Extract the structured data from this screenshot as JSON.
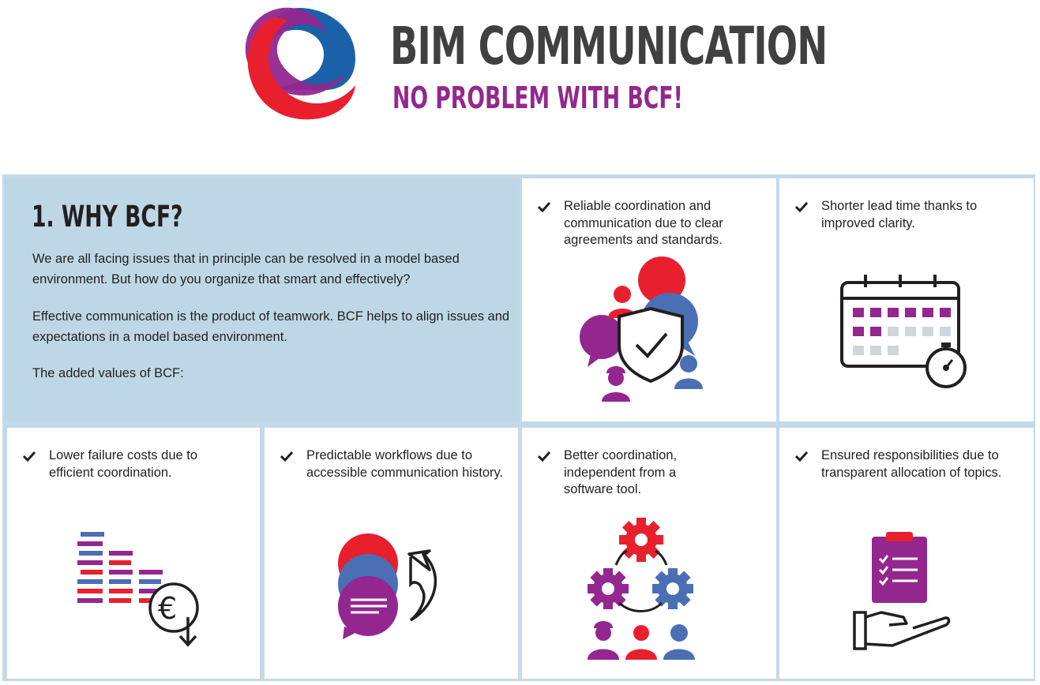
{
  "header": {
    "title": "BIM COMMUNICATION",
    "subtitle": "NO PROBLEM WITH BCF!"
  },
  "intro": {
    "heading": "1. WHY BCF?",
    "paragraphs": [
      "We are all facing issues that in principle can be resolved in a model based environment. But how do you organize that smart and effectively?",
      "Effective communication is the product of teamwork. BCF helps to align issues and expectations in a model based environment.",
      "The added values of BCF:"
    ]
  },
  "benefits": [
    {
      "text": "Reliable coordination and communication due to clear agreements and standards.",
      "icon": "team-shield-chat-icon"
    },
    {
      "text": "Shorter lead time thanks to improved clarity.",
      "icon": "calendar-stopwatch-icon"
    },
    {
      "text": "Lower failure costs due to efficient coordination.",
      "icon": "cost-decrease-euro-icon"
    },
    {
      "text": "Predictable workflows due to accessible communication history.",
      "icon": "chat-history-icon"
    },
    {
      "text": "Better coordination, independent from a software tool.",
      "icon": "gears-team-icon"
    },
    {
      "text": "Ensured responsibilities due to transparent allocation of topics.",
      "icon": "clipboard-hand-icon"
    }
  ],
  "colors": {
    "purple": "#93278f",
    "red": "#e8202e",
    "blue": "#4a6fb5",
    "dark": "#231f20",
    "lightblue": "#bed7e7",
    "grey": "#cfd6dc"
  }
}
